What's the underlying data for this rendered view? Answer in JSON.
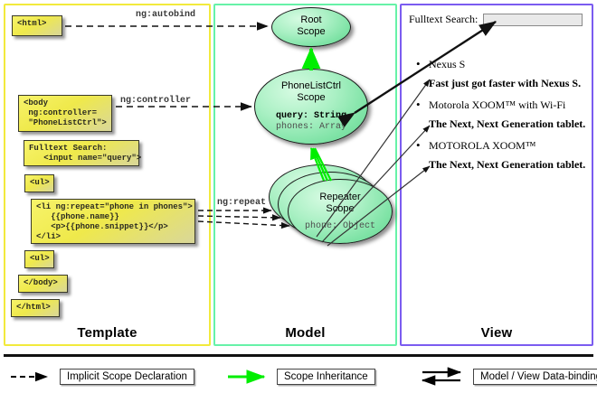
{
  "panels": [
    {
      "key": "template",
      "label": "Template",
      "border_color": "#f2ea3c"
    },
    {
      "key": "model",
      "label": "Model",
      "border_color": "#66f2a8"
    },
    {
      "key": "view",
      "label": "View",
      "border_color": "#7b5cf0"
    }
  ],
  "template": {
    "boxes": [
      {
        "name": "html-open-tag",
        "code": "<html>"
      },
      {
        "name": "body-open-tag",
        "code": "<body\n ng:controller=\n \"PhoneListCtrl\">"
      },
      {
        "name": "fulltext-search-markup",
        "code": "Fulltext Search:\n   <input name=\"query\">"
      },
      {
        "name": "ul-open-tag",
        "code": "<ul>"
      },
      {
        "name": "li-repeat-markup",
        "code": "<li ng:repeat=\"phone in phones\">\n   {{phone.name}}\n   <p>{{phone.snippet}}</p>\n</li>"
      },
      {
        "name": "ul-close-tag",
        "code": "<ul>"
      },
      {
        "name": "body-close-tag",
        "code": "</body>"
      },
      {
        "name": "html-close-tag",
        "code": "</html>"
      }
    ]
  },
  "model": {
    "scopes": [
      {
        "name": "root-scope",
        "title": "Root\nScope",
        "props": []
      },
      {
        "name": "phonelistctrl-scope",
        "title": "PhoneListCtrl\nScope",
        "props": [
          {
            "text": "query: String",
            "emphasis": "strong"
          },
          {
            "text": "phones: Array",
            "emphasis": "dim"
          }
        ]
      },
      {
        "name": "repeater-scope",
        "title": "Repeater\nScope",
        "props": [
          {
            "text": "phone: Object",
            "emphasis": "dim"
          }
        ],
        "stack_count": 3
      }
    ]
  },
  "edge_labels": [
    {
      "name": "ng-autobind-label",
      "text": "ng:autobind"
    },
    {
      "name": "ng-controller-label",
      "text": "ng:controller"
    },
    {
      "name": "ng-repeat-label",
      "text": "ng:repeat"
    }
  ],
  "view": {
    "search_label": "Fulltext Search:",
    "search_value": "",
    "search_placeholder": "",
    "phones": [
      {
        "name": "Nexus S",
        "snippet": "Fast just got faster with Nexus S."
      },
      {
        "name": "Motorola XOOM™  with Wi-Fi",
        "snippet": "The Next, Next Generation tablet."
      },
      {
        "name": "MOTOROLA XOOM™",
        "snippet": "The Next, Next Generation tablet."
      }
    ]
  },
  "legend": [
    {
      "name": "legend-implicit-scope-declaration",
      "label": "Implicit Scope Declaration",
      "arrow": "dashed-black",
      "color": "#000000"
    },
    {
      "name": "legend-scope-inheritance",
      "label": "Scope Inheritance",
      "arrow": "solid-green",
      "color": "#00ee00"
    },
    {
      "name": "legend-model-view-data-binding",
      "label": "Model / View Data-binding",
      "arrow": "double-black",
      "color": "#000000"
    }
  ],
  "colors": {
    "inheritance_green": "#00ee00",
    "code_box_yellow": "#efe94b",
    "scope_green": "#7fe3a6"
  }
}
